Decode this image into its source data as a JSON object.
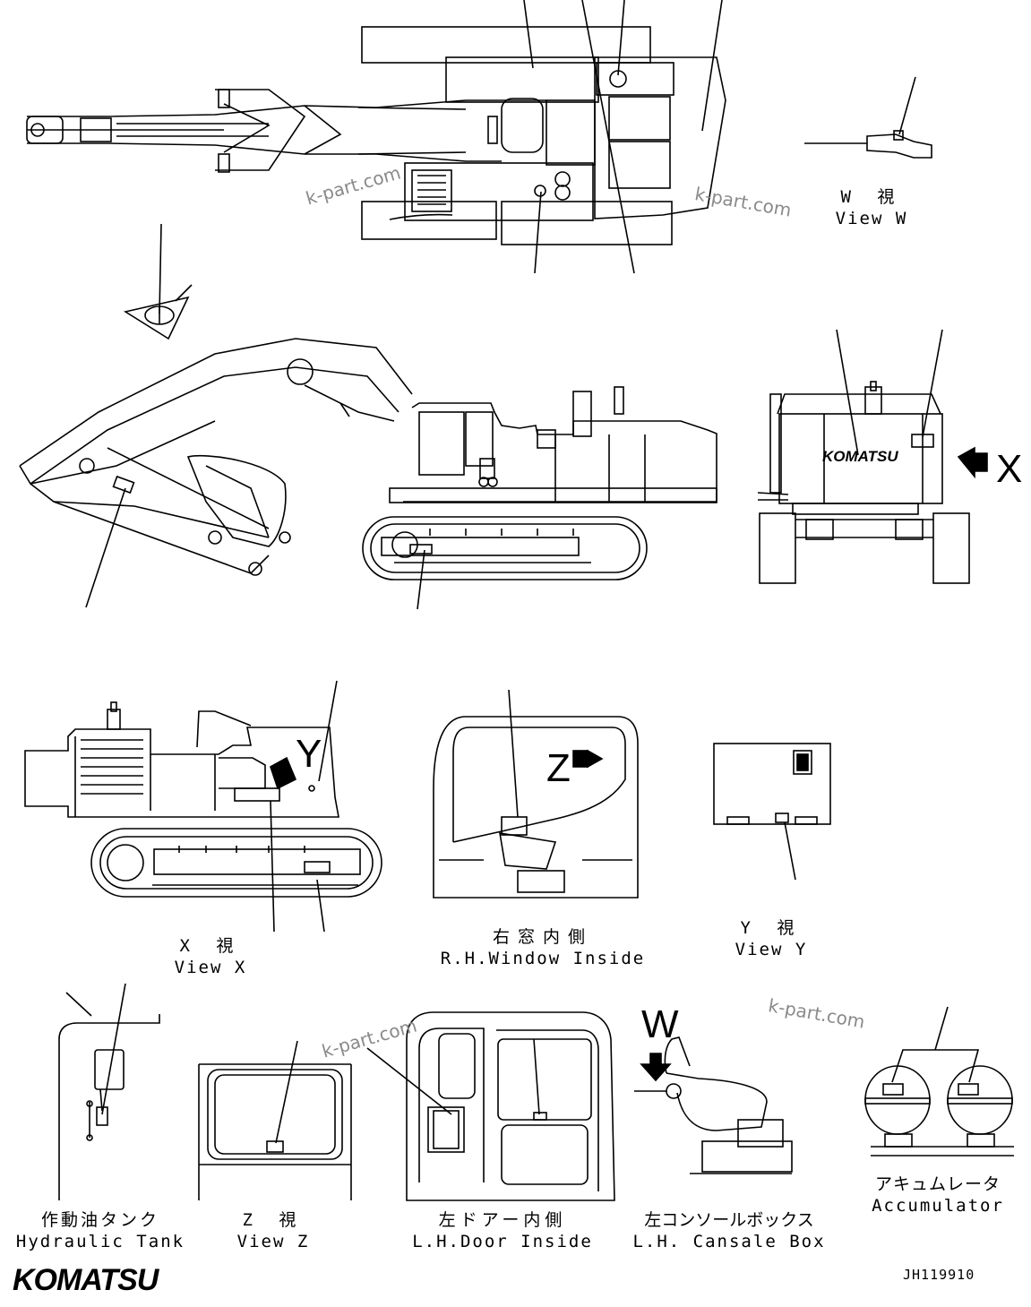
{
  "views": {
    "w": {
      "jp": "W 視",
      "en": "View W"
    },
    "x": {
      "jp": "X 視",
      "en": "View X"
    },
    "rh_window": {
      "jp": "右窓内側",
      "en": "R.H.Window Inside"
    },
    "y": {
      "jp": "Y 視",
      "en": "View Y"
    },
    "hyd_tank": {
      "jp": "作動油タンク",
      "en": "Hydraulic Tank"
    },
    "z": {
      "jp": "Z 視",
      "en": "View Z"
    },
    "lh_door": {
      "jp": "左ドアー内側",
      "en": "L.H.Door Inside"
    },
    "lh_console": {
      "jp": "左コンソールボックス",
      "en": "L.H. Cansale Box"
    },
    "accumulator": {
      "jp": "アキュムレータ",
      "en": "Accumulator"
    }
  },
  "markers": {
    "x": "X",
    "y": "Y",
    "z": "Z",
    "w": "W"
  },
  "machine_brand": "KOMATSU",
  "watermark": "k-part.com",
  "logo": "KOMATSU",
  "drawing_code": "JH119910"
}
